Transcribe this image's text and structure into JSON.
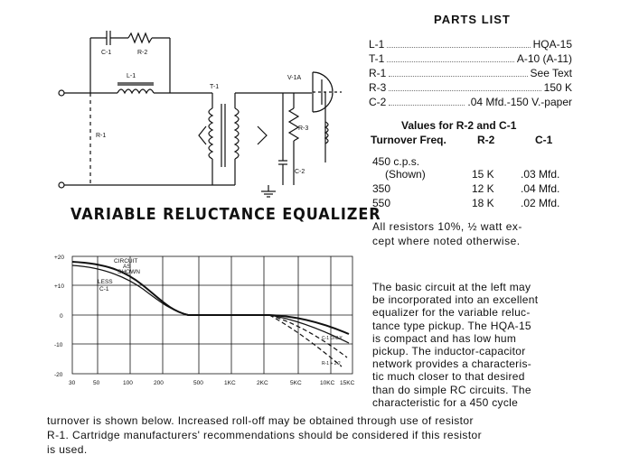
{
  "title": "VARIABLE RELUCTANCE EQUALIZER",
  "parts_list": {
    "heading": "PARTS LIST",
    "items": [
      {
        "label": "L-1",
        "value": "HQA-15"
      },
      {
        "label": "T-1",
        "value": "A-10 (A-11)"
      },
      {
        "label": "R-1",
        "value": "See Text"
      },
      {
        "label": "R-3",
        "value": "150 K"
      },
      {
        "label": "C-2",
        "value": ".04 Mfd.-150 V.-paper"
      }
    ]
  },
  "values_table": {
    "heading": "Values for R-2 and C-1",
    "columns": [
      "Turnover Freq.",
      "R-2",
      "C-1"
    ],
    "rows": [
      {
        "freq": "450 c.p.s.",
        "freq2": "(Shown)",
        "r2": "15 K",
        "c1": ".03 Mfd."
      },
      {
        "freq": "350",
        "freq2": "",
        "r2": "12 K",
        "c1": ".04 Mfd."
      },
      {
        "freq": "550",
        "freq2": "",
        "r2": "18 K",
        "c1": ".02 Mfd."
      }
    ]
  },
  "note_lines": [
    "All resistors 10%, ½ watt ex-",
    "cept where noted otherwise."
  ],
  "paragraph_lines": [
    "The basic circuit at the left may",
    "be incorporated into an excellent",
    "equalizer for the variable reluc-",
    "tance type pickup. The HQA-15",
    "is compact and has low hum",
    "pickup. The inductor-capacitor",
    "network provides a characteris-",
    "tic much closer to that desired",
    "than do simple RC circuits. The",
    "characteristic for a 450 cycle"
  ],
  "bottom_lines": [
    "turnover is shown below. Increased roll-off may be obtained through use of resistor",
    "R-1. Cartridge manufacturers' recommendations should be considered if this resistor",
    "is used."
  ],
  "schematic": {
    "labels": [
      "C-1",
      "R-2",
      "L-1",
      "T-1",
      "V-1A",
      "R-1",
      "R-3",
      "C-2"
    ]
  },
  "graph": {
    "y_ticks": [
      "+20",
      "+10",
      "0",
      "-10",
      "-20"
    ],
    "x_ticks": [
      "30",
      "50",
      "100",
      "200",
      "500",
      "1KC",
      "2KC",
      "5KC",
      "10KC",
      "15KC"
    ],
    "annotations": {
      "circuit_as_shown": [
        "CIRCUIT",
        "AS",
        "SHOWN"
      ],
      "less_c1": [
        "LESS",
        "C-1"
      ],
      "right": [
        "C-1 ONLY",
        "R-1 + 2.2"
      ]
    }
  }
}
